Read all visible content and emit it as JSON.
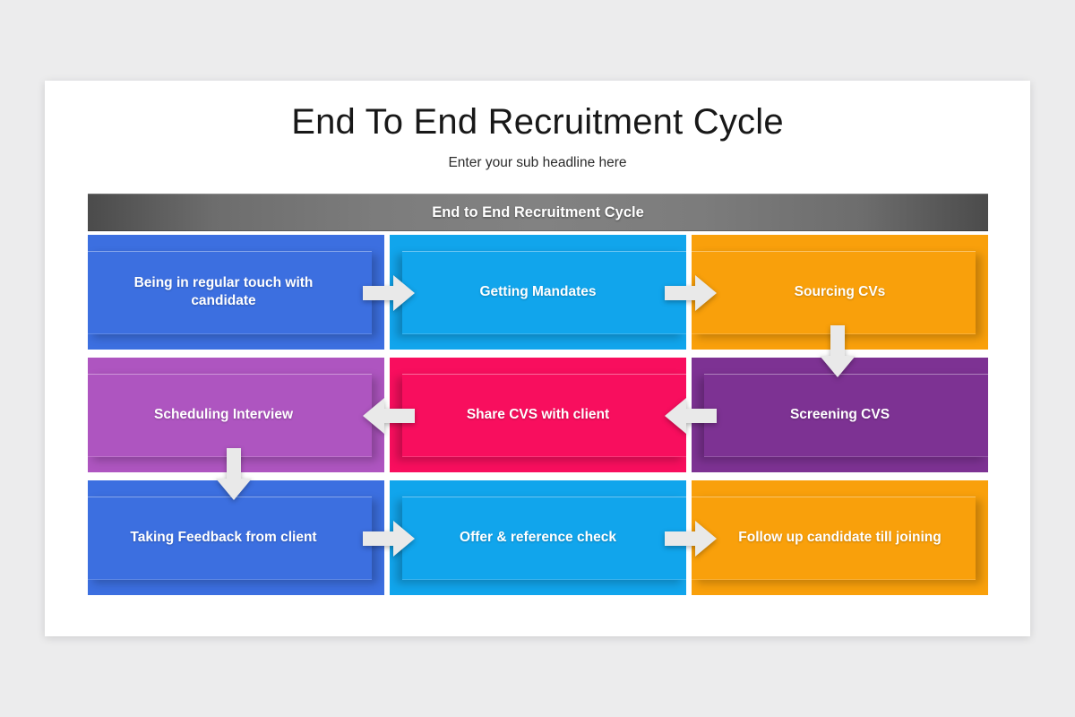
{
  "slide": {
    "title": "End To End Recruitment Cycle",
    "subtitle": "Enter your sub headline here",
    "band_label": "End to End Recruitment Cycle"
  },
  "colors": {
    "background": "#ececed",
    "slide": "#ffffff",
    "band_dark": "#4b4b4b",
    "band_light": "#828282",
    "blue": "#3c6fe0",
    "cyan": "#11a5ec",
    "orange": "#f9a00b",
    "orchid": "#ae55c0",
    "pink": "#f80e5e",
    "purple": "#7d3293",
    "arrow": "#e9e9e9",
    "title_text": "#181818",
    "box_text": "#ffffff"
  },
  "steps": [
    {
      "id": "step-1",
      "label": "Being in regular touch with candidate",
      "color": "#3c6fe0",
      "row": 0,
      "col": 0
    },
    {
      "id": "step-2",
      "label": "Getting Mandates",
      "color": "#11a5ec",
      "row": 0,
      "col": 1
    },
    {
      "id": "step-3",
      "label": "Sourcing CVs",
      "color": "#f9a00b",
      "row": 0,
      "col": 2
    },
    {
      "id": "step-4",
      "label": "Scheduling Interview",
      "color": "#ae55c0",
      "row": 1,
      "col": 0
    },
    {
      "id": "step-5",
      "label": "Share CVS with client",
      "color": "#f80e5e",
      "row": 1,
      "col": 1
    },
    {
      "id": "step-6",
      "label": "Screening CVS",
      "color": "#7d3293",
      "row": 1,
      "col": 2
    },
    {
      "id": "step-7",
      "label": "Taking Feedback from client",
      "color": "#3c6fe0",
      "row": 2,
      "col": 0
    },
    {
      "id": "step-8",
      "label": "Offer & reference check",
      "color": "#11a5ec",
      "row": 2,
      "col": 1
    },
    {
      "id": "step-9",
      "label": "Follow up candidate till joining",
      "color": "#f9a00b",
      "row": 2,
      "col": 2
    }
  ],
  "connectors": [
    {
      "id": "arrow-step1-step2",
      "direction": "right",
      "from": "step-1",
      "to": "step-2"
    },
    {
      "id": "arrow-step2-step3",
      "direction": "right",
      "from": "step-2",
      "to": "step-3"
    },
    {
      "id": "arrow-step3-step6",
      "direction": "down",
      "from": "step-3",
      "to": "step-6"
    },
    {
      "id": "arrow-step6-step5",
      "direction": "left",
      "from": "step-6",
      "to": "step-5"
    },
    {
      "id": "arrow-step5-step4",
      "direction": "left",
      "from": "step-5",
      "to": "step-4"
    },
    {
      "id": "arrow-step4-step7",
      "direction": "down",
      "from": "step-4",
      "to": "step-7"
    },
    {
      "id": "arrow-step7-step8",
      "direction": "right",
      "from": "step-7",
      "to": "step-8"
    },
    {
      "id": "arrow-step8-step9",
      "direction": "right",
      "from": "step-8",
      "to": "step-9"
    }
  ]
}
